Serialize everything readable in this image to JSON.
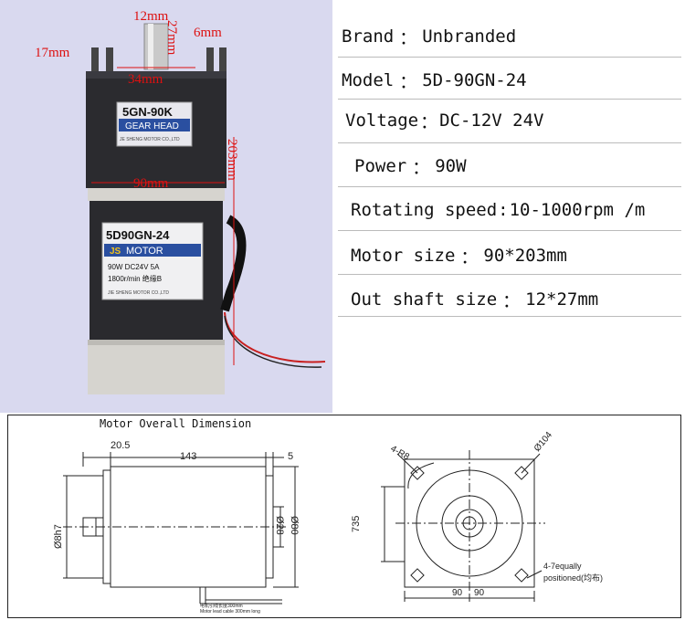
{
  "photo": {
    "dim_labels": {
      "shaft_dia": "12mm",
      "shaft_len": "27mm",
      "bolt_right": "6mm",
      "bolt_left": "17mm",
      "top_width": "34mm",
      "body_width": "90mm",
      "height": "203mm"
    },
    "gearhead_plate": {
      "model": "5GN-90K",
      "subtitle": "GEAR HEAD",
      "maker": "JE SHENG MOTOR CO.,LTD"
    },
    "motor_plate": {
      "model": "5D90GN-24",
      "brand": "JS",
      "brand_word": "MOTOR",
      "line1": "90W   DC24V  5A",
      "line2": "1800r/min   绝缘B",
      "maker": "JIE SHENG MOTOR CO.,LTD"
    }
  },
  "specs": [
    {
      "label": "Brand",
      "sep": "：",
      "value": "Unbranded"
    },
    {
      "label": "Model",
      "sep": "：",
      "value": "5D-90GN-24"
    },
    {
      "label": "Voltage",
      "sep": "：",
      "value": "DC-12V 24V"
    },
    {
      "label": "Power",
      "sep": "：",
      "value": "90W"
    },
    {
      "label": "Rotating speed",
      "sep": ":",
      "value": "10-1000rpm /m"
    },
    {
      "label": "Motor size",
      "sep": "：",
      "value": "90*203mm"
    },
    {
      "label": "Out shaft size",
      "sep": "：",
      "value": "12*27mm"
    }
  ],
  "drawing": {
    "title": "Motor Overall Dimension",
    "side": {
      "d1": "20.5",
      "d2": "143",
      "d3": "5",
      "shaft_dia": "Ø8h7",
      "d_inner": "Ø28",
      "d_outer": "Ø80",
      "lead1": "电机引线长度300mm",
      "lead2": "Motor lead cable 300mm long"
    },
    "front": {
      "holes": "4-R8",
      "pcd": "Ø104",
      "height": "735",
      "w_left": "90",
      "w_right": "90",
      "note1": "4-7equally",
      "note2": "positioned(均布)"
    }
  }
}
